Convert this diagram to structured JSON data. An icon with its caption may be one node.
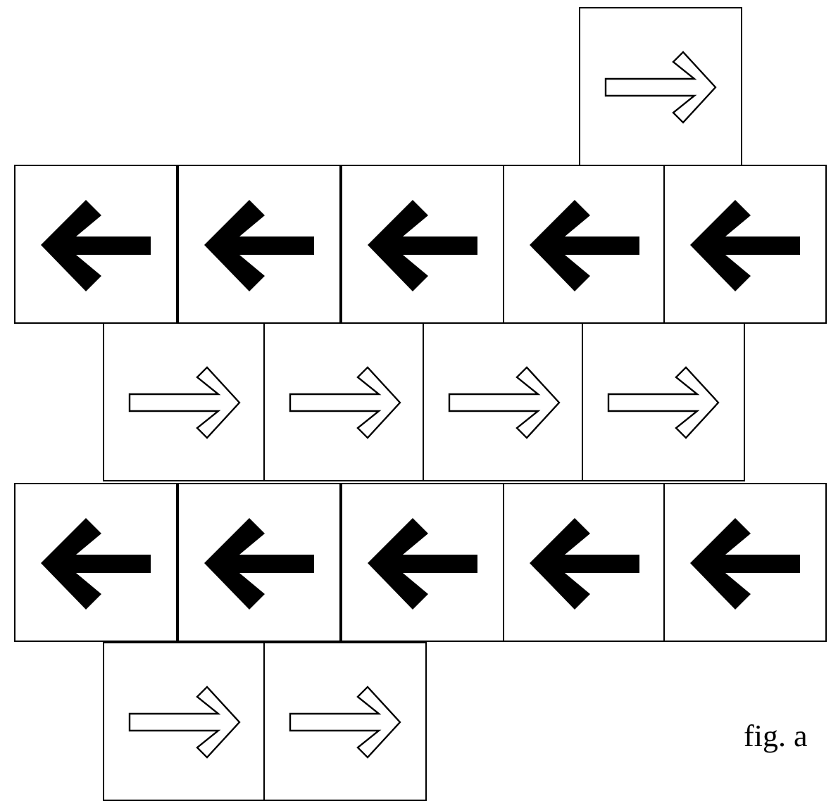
{
  "diagram": {
    "nodes": [
      {
        "text": [],
        "shape": "box"
      },
      {
        "text": [],
        "shape": "box"
      },
      {
        "text": [],
        "shape": "box"
      },
      {
        "text": [],
        "shape": "box"
      },
      {
        "text": [],
        "shape": "box"
      },
      {
        "text": [],
        "shape": "box"
      },
      {
        "text": [],
        "shape": "box"
      },
      {
        "text": [],
        "shape": "box"
      },
      {
        "text": [],
        "shape": "box"
      },
      {
        "text": [],
        "shape": "box"
      },
      {
        "text": [],
        "shape": "box"
      },
      {
        "text": [],
        "shape": "box"
      },
      {
        "text": [],
        "shape": "box"
      },
      {
        "text": [],
        "shape": "box"
      },
      {
        "text": [],
        "shape": "box"
      },
      {
        "text": [],
        "shape": "box"
      },
      {
        "text": [],
        "shape": "box"
      }
    ],
    "labels": [
      "fig. a"
    ]
  }
}
